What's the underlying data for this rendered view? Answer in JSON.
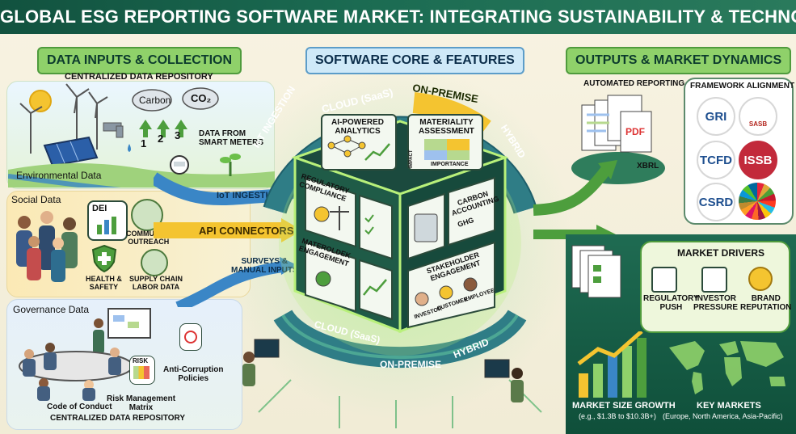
{
  "title": "GLOBAL ESG REPORTING SOFTWARE MARKET: INTEGRATING SUSTAINABILITY & TECHNOLOGY",
  "left": {
    "header": "DATA INPUTS & COLLECTION",
    "subheader_top": "CENTRALIZED DATA REPOSITORY",
    "environmental": {
      "title": "Environmental Data",
      "carbon": "Carbon",
      "co2": "CO₂",
      "numbers": [
        "1",
        "2",
        "3"
      ],
      "meter_note": "DATA FROM\nSMART METERS"
    },
    "social": {
      "title": "Social Data",
      "dei": "DEI",
      "community": "COMMUNITY\nOUTREACH",
      "health": "HEALTH &\nSAFETY",
      "supply": "SUPPLY CHAIN\nLABOR DATA"
    },
    "governance": {
      "title": "Governance Data",
      "anti": "Anti-Corruption\nPolicies",
      "risk_card": "RISK",
      "risk": "Risk Management\nMatrix",
      "code": "Code of Conduct"
    },
    "subheader_bottom": "CENTRALIZED DATA REPOSITORY"
  },
  "arrows": {
    "iot": "IoT INGESTION",
    "api": "API CONNECTORS",
    "surveys": "SURVEYS &\nMANUAL INPUTS"
  },
  "core": {
    "header": "SOFTWARE CORE & FEATURES",
    "ring_top": [
      "IoT INGESTION",
      "CLOUD (SaaS)",
      "ON-PREMISE",
      "HYBRID"
    ],
    "ring_bottom": [
      "CLOUD (SaaS)",
      "ON-PREMISE",
      "HYBRID"
    ],
    "top_cards": {
      "ai": "AI-POWERED\nANALYTICS",
      "materiality": "MATERIALITY\nASSESSMENT",
      "impact": "IMPACT",
      "importance": "IMPORTANCE"
    },
    "left_face": {
      "regulatory": "REGULATORY\nCOMPLIANCE",
      "stakeholder": "MATEROLDEK\nENGAGEMENT"
    },
    "right_face": {
      "carbon": "CARBON\nACCOUNTING",
      "ghg": "GHG",
      "stakeholder": "STAKEHOLDER\nENGAGEMENT",
      "roles": [
        "INVESTOR",
        "CUSTOMER",
        "EMPLOYEE"
      ]
    }
  },
  "right": {
    "header": "OUTPUTS & MARKET DYNAMICS",
    "automated": "AUTOMATED REPORTING",
    "doc_labels": [
      "PDF",
      "XBRL"
    ],
    "framework": {
      "title": "FRAMEWORK ALIGNMENT",
      "logos": [
        "GRI",
        "SASB",
        "TCFD",
        "ISSB",
        "CSRD"
      ]
    },
    "drivers": {
      "title": "MARKET DRIVERS",
      "items": [
        "REGULATORY\nPUSH",
        "INVESTOR\nPRESSURE",
        "BRAND\nREPUTATION"
      ]
    },
    "growth": {
      "title": "MARKET SIZE GROWTH",
      "note": "(e.g., $1.3B to $10.3B+)"
    },
    "key_markets": {
      "title": "KEY MARKETS",
      "note": "(Europe, North America, Asia-Pacific)"
    }
  },
  "colors": {
    "title_bar": "#1b6b52",
    "section_green": "#8fd16a",
    "arrow_blue": "#3a86c6",
    "arrow_yellow": "#f4c430",
    "core_glow": "#b8f07a"
  }
}
